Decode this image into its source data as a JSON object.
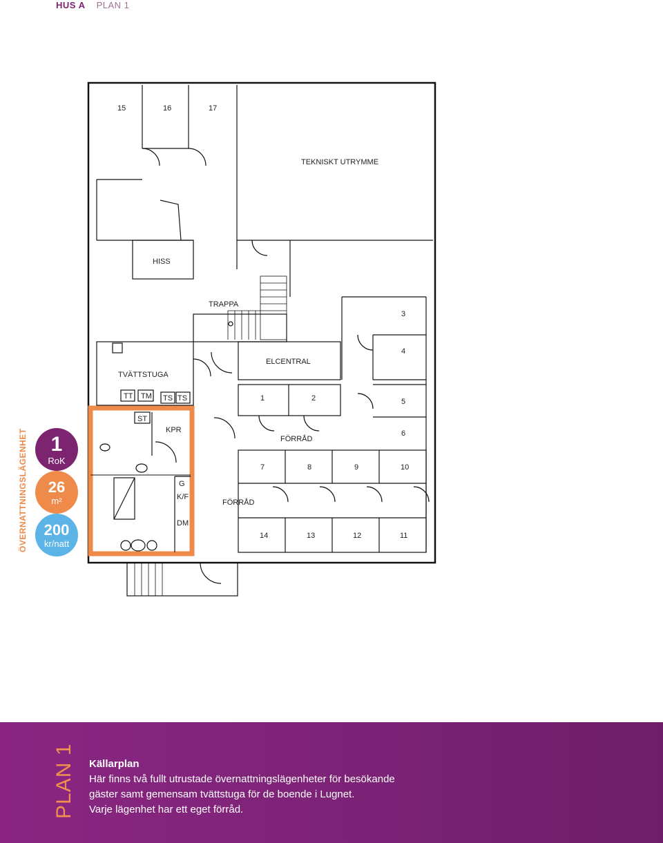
{
  "header": {
    "house": "HUS A",
    "plan": "PLAN 1"
  },
  "sidebar": {
    "vertical_label": "ÖVERNATTNINGSLÄGENHET",
    "rooms_value": "1",
    "rooms_unit": "RoK",
    "area_value": "26",
    "area_unit": "m²",
    "price_value": "200",
    "price_unit": "kr/natt"
  },
  "floorplan": {
    "labels": {
      "r15": "15",
      "r16": "16",
      "r17": "17",
      "tekniskt": "TEKNISKT UTRYMME",
      "hiss": "HISS",
      "trappa": "TRAPPA",
      "r3": "3",
      "r4": "4",
      "r5": "5",
      "r6": "6",
      "elcentral": "ELCENTRAL",
      "tvattstuga": "TVÄTTSTUGA",
      "tt": "TT",
      "tm": "TM",
      "ts1": "TS",
      "ts2": "TS",
      "r1": "1",
      "r2": "2",
      "forrad1": "FÖRRÅD",
      "forrad2": "FÖRRÅD",
      "st": "ST",
      "kpr": "KPR",
      "g": "G",
      "kf": "K/F",
      "dm": "DM",
      "r7": "7",
      "r8": "8",
      "r9": "9",
      "r10": "10",
      "r14": "14",
      "r13": "13",
      "r12": "12",
      "r11": "11"
    }
  },
  "footer": {
    "vertical": "PLAN 1",
    "title": "Källarplan",
    "line1": "Här finns två fullt utrustade övernattningslägenheter för besökande",
    "line2": "gäster samt gemensam tvättstuga för de boende i Lugnet.",
    "line3": "Varje lägenhet har ett eget förråd."
  },
  "colors": {
    "accent_purple": "#7d2470",
    "accent_orange": "#ee8a4a",
    "accent_blue": "#5bb4e5"
  }
}
